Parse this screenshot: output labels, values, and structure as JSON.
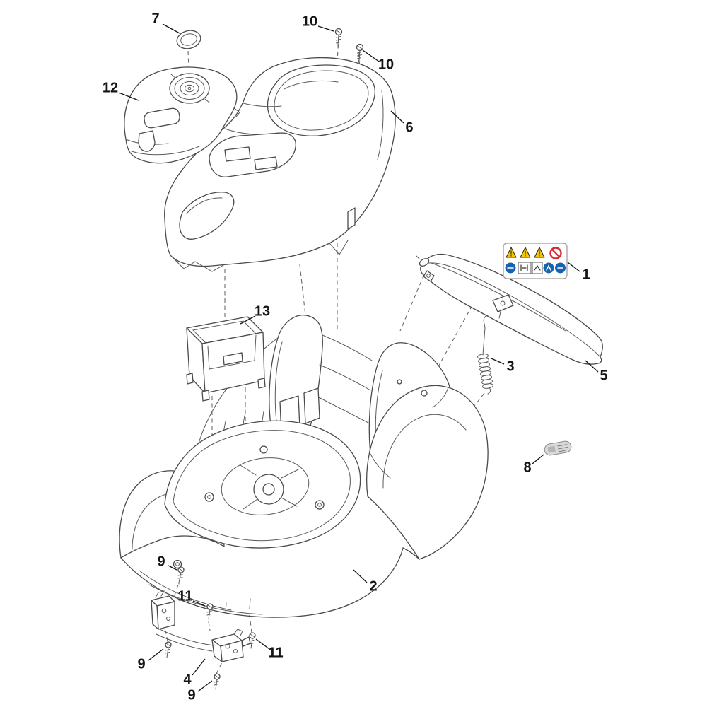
{
  "diagram": {
    "type": "exploded-parts-diagram",
    "subject": "lawn-mower-housing-assembly",
    "colors": {
      "background": "#ffffff",
      "line": "#4a4a4a",
      "callout_text": "#141414",
      "warning_yellow": "#f2c500",
      "prohibition_red": "#d7282f",
      "mandatory_blue": "#1763ad",
      "small_label_gray": "#d9d9d9"
    },
    "callouts": [
      {
        "number": "7"
      },
      {
        "number": "10"
      },
      {
        "number": "10"
      },
      {
        "number": "12"
      },
      {
        "number": "6"
      },
      {
        "number": "13"
      },
      {
        "number": "1"
      },
      {
        "number": "3"
      },
      {
        "number": "5"
      },
      {
        "number": "8"
      },
      {
        "number": "2"
      },
      {
        "number": "9"
      },
      {
        "number": "11"
      },
      {
        "number": "9"
      },
      {
        "number": "4"
      },
      {
        "number": "11"
      },
      {
        "number": "9"
      }
    ]
  }
}
